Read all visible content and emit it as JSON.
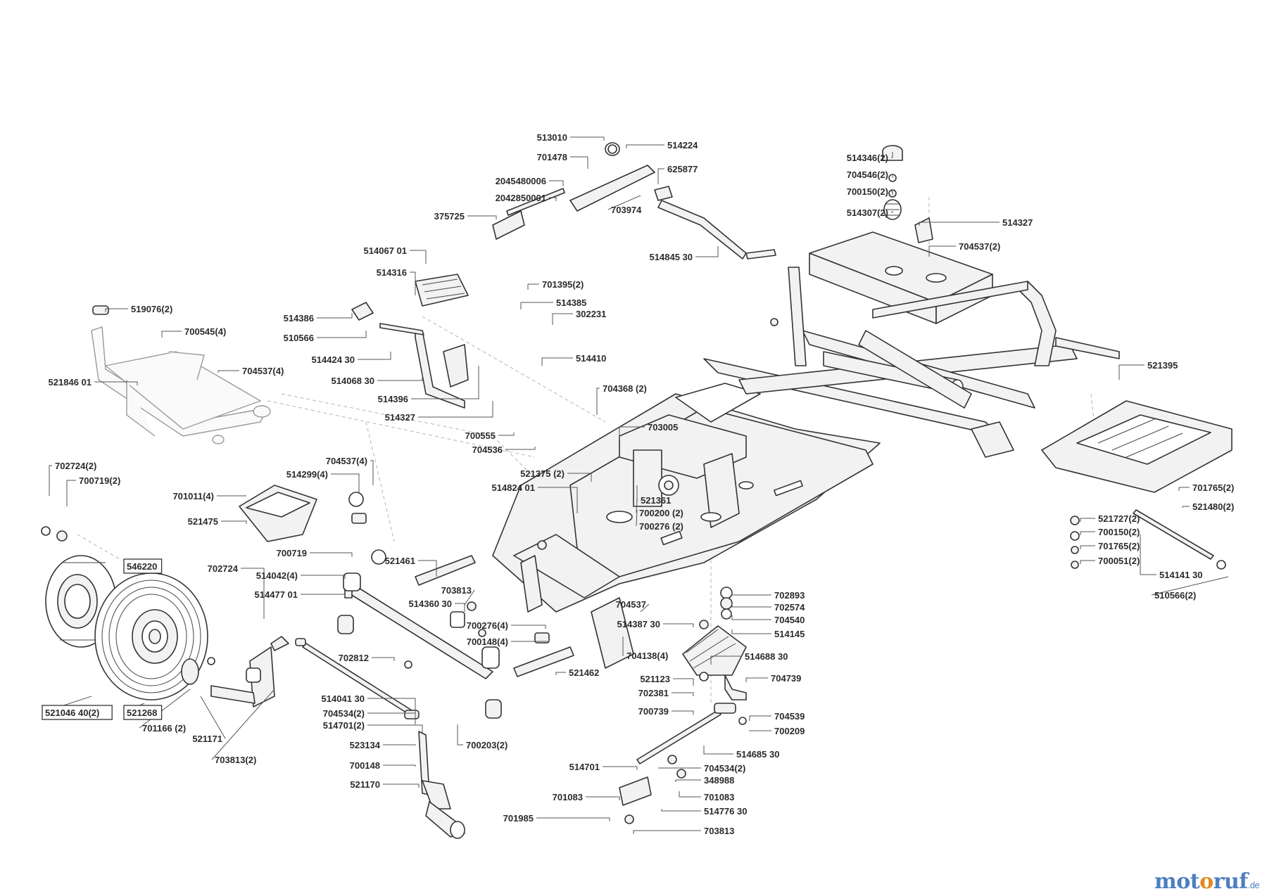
{
  "labels": [
    "513010",
    "514224",
    "701478",
    "625877",
    "2045480006",
    "2042850001",
    "703974",
    "375725",
    "514346(2)",
    "704546(2)",
    "700150(2)",
    "514307(2)",
    "514327",
    "704537(2)",
    "514845 30",
    "514067 01",
    "514316",
    "701395(2)",
    "514385",
    "302231",
    "514386",
    "510566",
    "514424 30",
    "514068 30",
    "514396",
    "514327",
    "514410",
    "519076(2)",
    "700545(4)",
    "704537(4)",
    "521846 01",
    "704368 (2)",
    "703005",
    "700555",
    "704536",
    "521395",
    "704537(4)",
    "514299(4)",
    "521375 (2)",
    "702724(2)",
    "700719(2)",
    "701011(4)",
    "514824 01",
    "521361",
    "700200 (2)",
    "700276 (2)",
    "701765(2)",
    "521480(2)",
    "521475",
    "521727(2)",
    "700150(2)",
    "701765(2)",
    "700051(2)",
    "514141 30",
    "510566(2)",
    "700719",
    "702724",
    "521461",
    "546220",
    "514042(4)",
    "514477 01",
    "703813",
    "514360 30",
    "704537",
    "702893",
    "702574",
    "704540",
    "514387 30",
    "514145",
    "700276(4)",
    "700148(4)",
    "704138(4)",
    "514688 30",
    "702812",
    "521462",
    "521123",
    "704739",
    "702381",
    "700739",
    "704539",
    "700209",
    "514041 30",
    "704534(2)",
    "514701(2)",
    "521046 40(2)",
    "521268",
    "701166 (2)",
    "521171",
    "700203(2)",
    "523134",
    "514685 30",
    "700148",
    "703813(2)",
    "521170",
    "514701",
    "704534(2)",
    "348988",
    "701083",
    "701083",
    "514776 30",
    "701985",
    "703813"
  ],
  "boxed_labels": [
    "546220",
    "521046 40(2)",
    "521268"
  ],
  "logo": {
    "part1": "mot",
    "part2": "o",
    "part3": "ruf",
    "tld": ".de"
  }
}
